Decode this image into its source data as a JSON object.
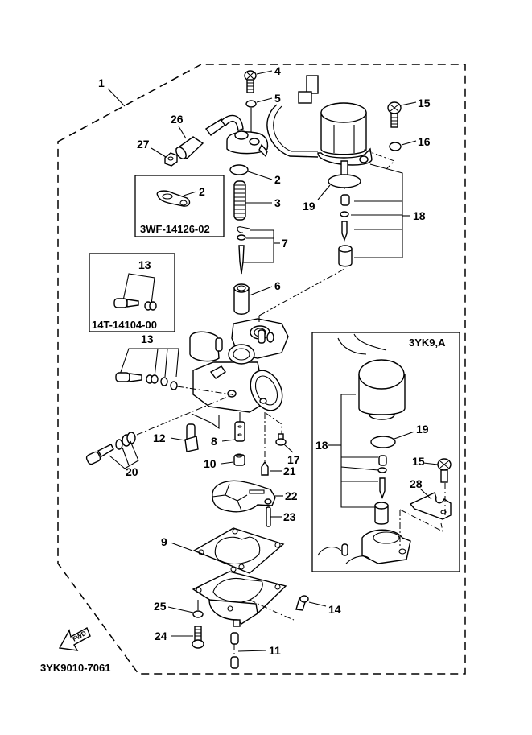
{
  "diagram": {
    "title_code": "3YK9010-7061",
    "direction_arrow": "FWD",
    "assembly_label": "1",
    "insets": [
      {
        "code": "3WF-14126-02",
        "part_label": "2"
      },
      {
        "code": "14T-14104-00",
        "part_label": "13"
      },
      {
        "code": "3YK9,A",
        "part_labels": [
          "19",
          "18",
          "15",
          "28"
        ]
      }
    ],
    "part_labels": {
      "p1": "1",
      "p2": "2",
      "p3": "3",
      "p4": "4",
      "p5": "5",
      "p6": "6",
      "p7": "7",
      "p8": "8",
      "p9": "9",
      "p10": "10",
      "p11": "11",
      "p12": "12",
      "p13": "13",
      "p14": "14",
      "p15": "15",
      "p16": "16",
      "p17": "17",
      "p18": "18",
      "p19": "19",
      "p20": "20",
      "p21": "21",
      "p22": "22",
      "p23": "23",
      "p24": "24",
      "p25": "25",
      "p26": "26",
      "p27": "27",
      "p28": "28"
    }
  }
}
